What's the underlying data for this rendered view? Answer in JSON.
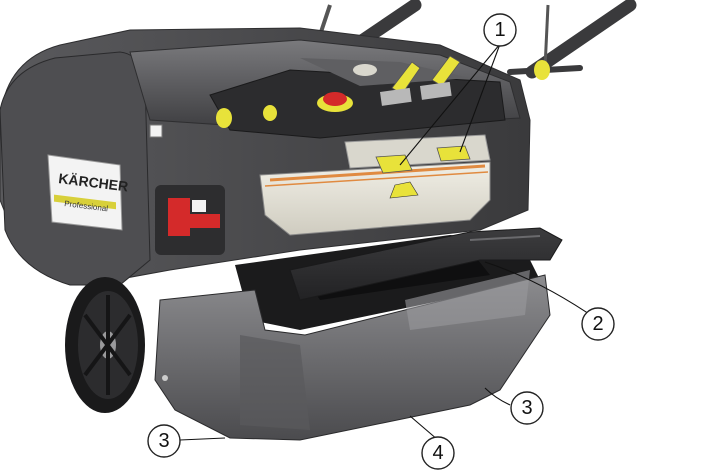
{
  "logo": {
    "brand": "KÄRCHER",
    "sub": "Professional"
  },
  "callouts": [
    {
      "id": "c1",
      "label": "1"
    },
    {
      "id": "c2",
      "label": "2"
    },
    {
      "id": "c3a",
      "label": "3"
    },
    {
      "id": "c3b",
      "label": "3"
    },
    {
      "id": "c4",
      "label": "4"
    }
  ],
  "colors": {
    "body_dark": "#4a4a4c",
    "body_mid": "#6b6b6e",
    "body_light": "#8e8e91",
    "accent_yellow": "#e8e23a",
    "filter_cream": "#e6e3d8",
    "brush_orange": "#e08a40",
    "red_part": "#d42a2a"
  }
}
